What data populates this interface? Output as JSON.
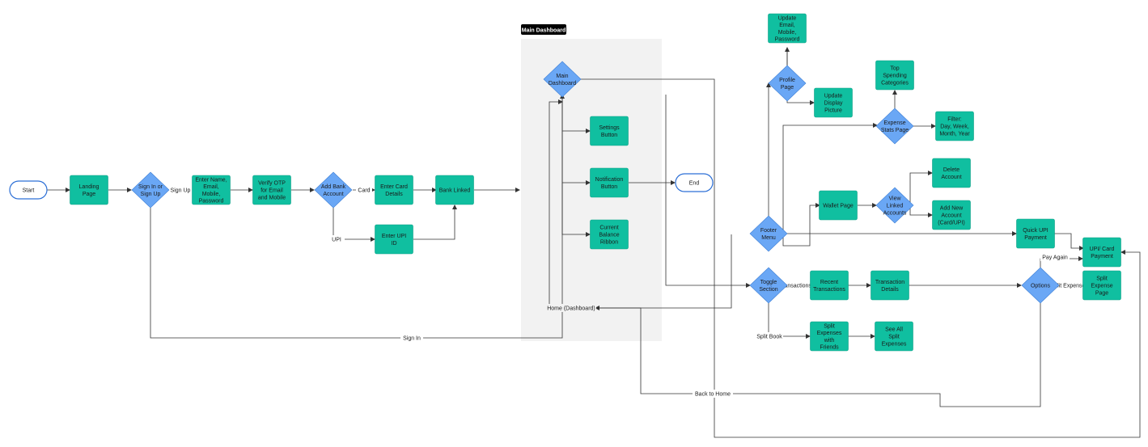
{
  "colors": {
    "process": "#10bfa0",
    "decision": "#6aa7f5",
    "terminal_stroke": "#2c6fd6",
    "edge": "#333333",
    "group_fill": "#f2f2f2",
    "title_bg": "#000000"
  },
  "group": {
    "title": "Main Dashboard"
  },
  "nodes": {
    "start": "Start",
    "end": "End",
    "landing": "Landing Page",
    "signin_decision": "Sign In or Sign Up",
    "enter_details": "Enter Name, Email, Mobile, Password",
    "verify_otp": "Verify OTP for Email and Mobile",
    "add_bank": "Add Bank Account",
    "enter_card": "Enter Card Details",
    "enter_upi": "Enter UPI ID",
    "bank_linked": "Bank Linked",
    "main_dashboard": "Main Dashboard",
    "settings": "Settings Button",
    "notification": "Notification Button",
    "balance": "Current Balance Ribbon",
    "profile_page": "Profile Page",
    "update_email": "Update Email, Mobile, Password",
    "update_picture": "Update Display Picture",
    "expense_stats": "Expense Stats Page",
    "top_spending": "Top Spending Categories",
    "filter": "Filter: Day, Week, Month, Year",
    "footer_menu": "Footer Menu",
    "wallet_page": "Wallet Page",
    "view_linked": "View Linked Accounts",
    "delete_account": "Delete Account",
    "add_account": "Add New Account (Card/UPI)",
    "quick_upi": "Quick UPI Payment",
    "upi_card": "UPI/ Card Payment",
    "toggle_section": "Toggle Section",
    "recent_tx": "Recent Transactions",
    "tx_details": "Transaction Details",
    "options": "Options",
    "split_expense": "Split Expense Page",
    "split_friends": "Split Expenses with Friends",
    "see_all_split": "See All Split Expenses"
  },
  "edge_labels": {
    "sign_up": "Sign Up",
    "card": "Card",
    "upi": "UPI",
    "sign_in": "Sign In",
    "home_dashboard": "Home (Dashboard)",
    "back_home": "Back to Home",
    "transactions": "Transactions",
    "split_book": "Split Book",
    "pay_again": "Pay Again",
    "split_expense": "Split Expense"
  }
}
